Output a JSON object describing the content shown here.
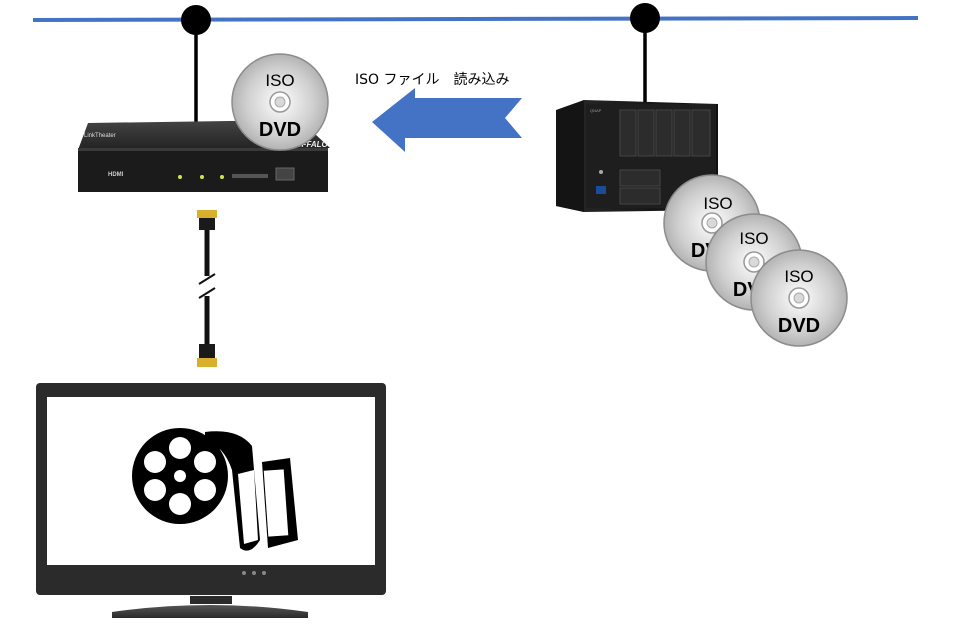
{
  "arrow_label": "ISO ファイル　読み込み",
  "player": {
    "brand": "BUFFALO",
    "model": "LinkTheater",
    "hdmi": "HDMI"
  },
  "disc": {
    "iso": "ISO",
    "dvd": "DVD"
  },
  "colors": {
    "network_line": "#4472c4",
    "arrow": "#4472c4",
    "device": "#1b1b1b"
  },
  "nas_disc_count": 3
}
